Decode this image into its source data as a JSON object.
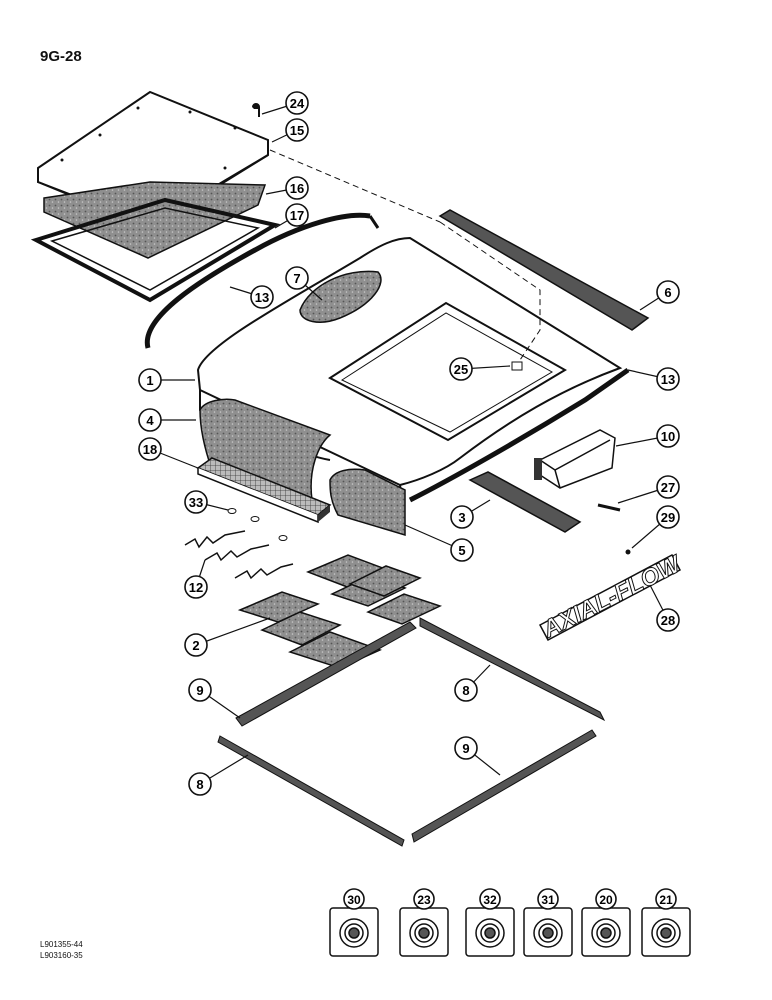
{
  "page_ref": "9G-28",
  "doc_codes": [
    "L901355-44",
    "L903160-35"
  ],
  "brand_badge": "AXIAL-FLOW",
  "callouts": [
    "24",
    "15",
    "16",
    "17",
    "7",
    "13",
    "6",
    "1",
    "25",
    "13",
    "4",
    "18",
    "10",
    "33",
    "3",
    "27",
    "5",
    "29",
    "12",
    "28",
    "2",
    "8",
    "9",
    "8",
    "9"
  ],
  "fittings": [
    "30",
    "23",
    "32",
    "31",
    "20",
    "21"
  ],
  "colors": {
    "ink": "#111111",
    "fill_dark": "#555555",
    "fill_mid": "#9a9a9a",
    "paper": "#ffffff"
  }
}
